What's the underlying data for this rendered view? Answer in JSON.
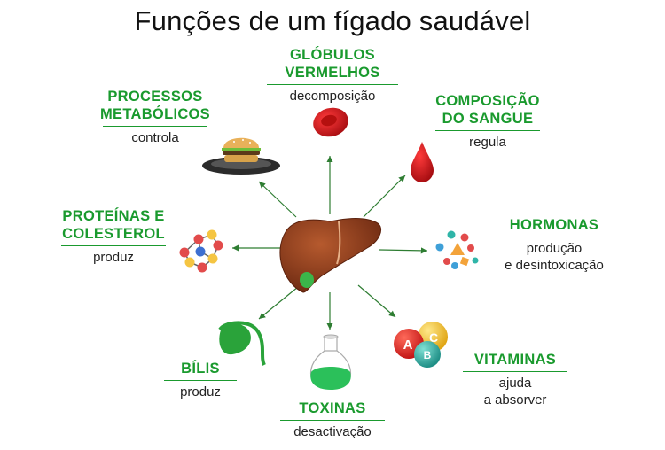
{
  "title": "Funções de um fígado saudável",
  "functions": {
    "globulos": {
      "heading_1": "GLÓBULOS",
      "heading_2": "VERMELHOS",
      "action": "decomposição"
    },
    "metabolicos": {
      "heading_1": "PROCESSOS",
      "heading_2": "METABÓLICOS",
      "action": "controla"
    },
    "sangue": {
      "heading_1": "COMPOSIÇÃO",
      "heading_2": "DO SANGUE",
      "action": "regula"
    },
    "proteinas": {
      "heading_1": "PROTEÍNAS E",
      "heading_2": "COLESTEROL",
      "action": "produz"
    },
    "hormonas": {
      "heading_1": "HORMONAS",
      "action_1": "produção",
      "action_2": "e desintoxicação"
    },
    "bilis": {
      "heading_1": "BÍLIS",
      "action": "produz"
    },
    "toxinas": {
      "heading_1": "TOXINAS",
      "action": "desactivação"
    },
    "vitaminas": {
      "heading_1": "VITAMINAS",
      "action_1": "ajuda",
      "action_2": "a absorver"
    }
  },
  "icons": {
    "center": "liver-icon",
    "globulos": "red-blood-cell-icon",
    "metabolicos": "burger-plate-icon",
    "sangue": "blood-drop-icon",
    "proteinas": "molecule-chain-icon",
    "hormonas": "hormone-particles-icon",
    "bilis": "gallbladder-icon",
    "toxinas": "flask-icon",
    "vitaminas": "vitamin-balls-icon"
  },
  "vitamin_letters": [
    "A",
    "B",
    "C"
  ],
  "colors": {
    "heading": "#1a9a2e",
    "arrow": "#2e7d32",
    "liver": "#8a3b1c",
    "blood": "#d3141b"
  }
}
